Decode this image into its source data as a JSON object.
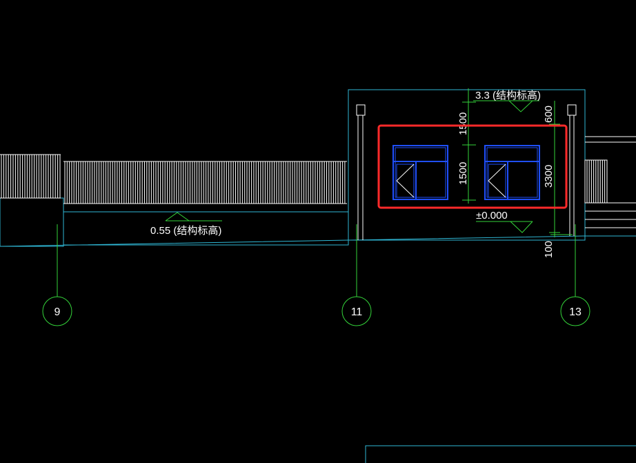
{
  "drawing": {
    "elevation_top_label": "3.3 (结构标高)",
    "elevation_fence_label": "0.55 (结构标高)",
    "elevation_zero_label": "±0.000",
    "dim_top_segment": "600",
    "dim_total": "3300",
    "dim_upper_1500": "1500",
    "dim_lower_1500": "1500",
    "dim_bottom": "100"
  },
  "axes": [
    {
      "label": "9"
    },
    {
      "label": "11"
    },
    {
      "label": "13"
    }
  ],
  "colors": {
    "background": "#000000",
    "building_outline": "#2fb8d6",
    "dimension_green": "#34d43a",
    "window_blue": "#1f4fff",
    "highlight_red": "#ff2a2a",
    "fence_white": "#ffffff"
  }
}
